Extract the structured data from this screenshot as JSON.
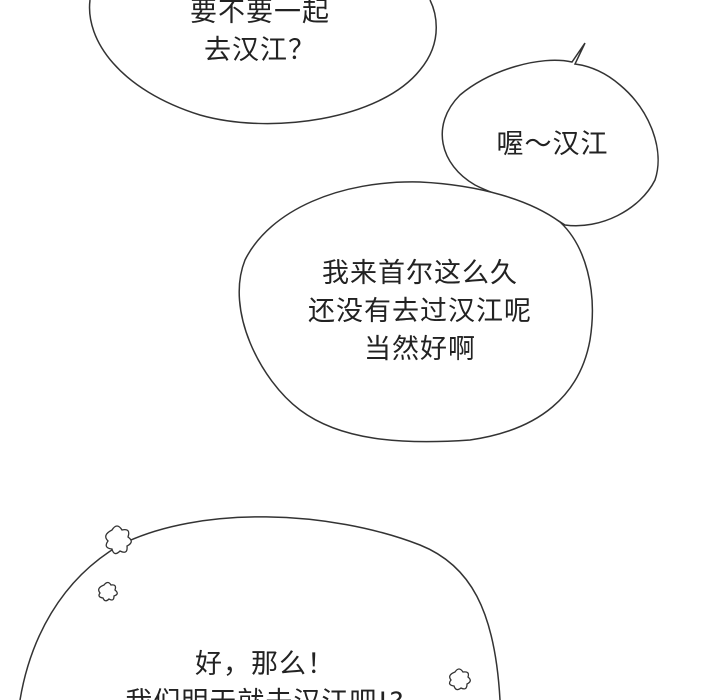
{
  "bubbles": [
    {
      "lines": [
        "要不要一起",
        "去汉江？"
      ]
    },
    {
      "lines": [
        "喔～汉江"
      ]
    },
    {
      "lines": [
        "我来首尔这么久",
        "还没有去过汉江呢",
        "当然好啊"
      ]
    },
    {
      "lines": [
        "好，那么！",
        "我们明天就去汉江吧!?"
      ]
    }
  ],
  "colors": {
    "ink": "#222222",
    "background": "#ffffff"
  }
}
